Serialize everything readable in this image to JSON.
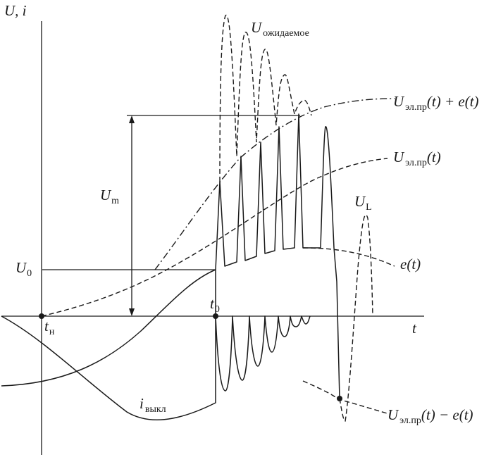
{
  "axes": {
    "y_label": "U, i",
    "x_label": "t"
  },
  "labels": {
    "expected": {
      "main": "U",
      "sub": "ожидаемое"
    },
    "el_plus_e": {
      "main": "U",
      "sub": "эл.пр",
      "rest": "(t) + e(t)"
    },
    "el": {
      "main": "U",
      "sub": "эл.пр",
      "rest": "(t)"
    },
    "ul": {
      "main": "U",
      "sub": "L"
    },
    "et": {
      "main": "e(t)"
    },
    "el_minus_e": {
      "main": "U",
      "sub": "эл.пр",
      "rest": "(t) − e(t)"
    },
    "um": {
      "main": "U",
      "sub": "m"
    },
    "u0": {
      "main": "U",
      "sub": "0"
    },
    "t0": {
      "main": "t",
      "sub": "0"
    },
    "tn": {
      "main": "t",
      "sub": "н"
    },
    "ioff": {
      "main": "i",
      "sub": "выкл"
    }
  }
}
